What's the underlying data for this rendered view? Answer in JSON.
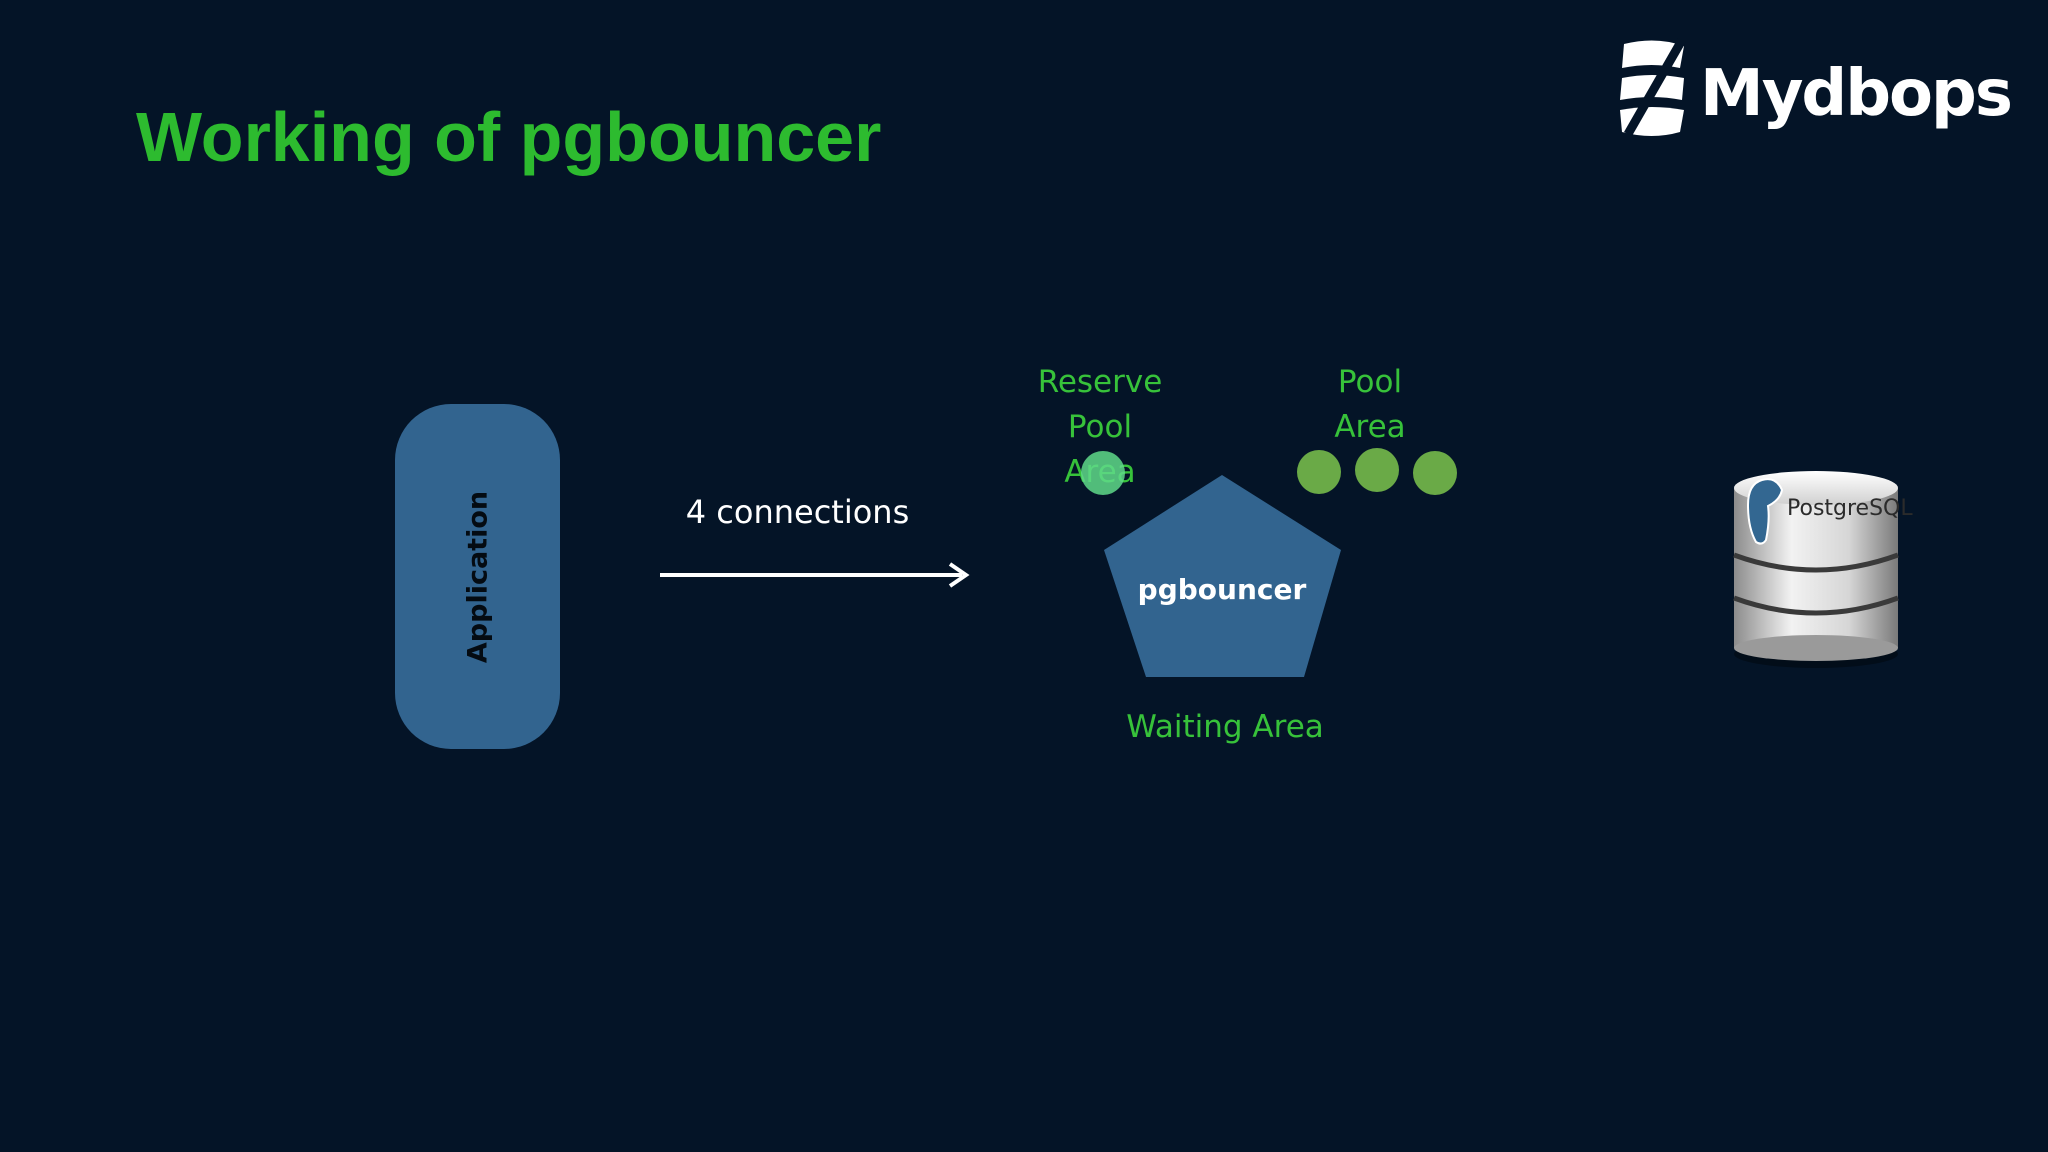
{
  "slide": {
    "title": "Working of pgbouncer"
  },
  "logo": {
    "text": "Mydbops",
    "icon": "mydbops-logo-icon"
  },
  "diagram": {
    "application_label": "Application",
    "arrow_label": "4 connections",
    "pgbouncer_label": "pgbouncer",
    "reserve_pool_label_lines": [
      "Reserve",
      "Pool",
      "Area"
    ],
    "pool_area_label_lines": [
      "Pool",
      "Area"
    ],
    "waiting_area_label": "Waiting Area",
    "database_label": "PostgreSQL",
    "database_icon": "postgresql-database-icon",
    "pool_connections_count": 3,
    "reserve_connections_count": 1,
    "colors": {
      "background": "#041427",
      "title": "#2dbb2f",
      "node_fill": "#32648f",
      "label_green": "#37c23a",
      "pool_dot": "#6aaa47",
      "reserve_dot": "#5fd98a",
      "arrow": "#ffffff"
    }
  }
}
